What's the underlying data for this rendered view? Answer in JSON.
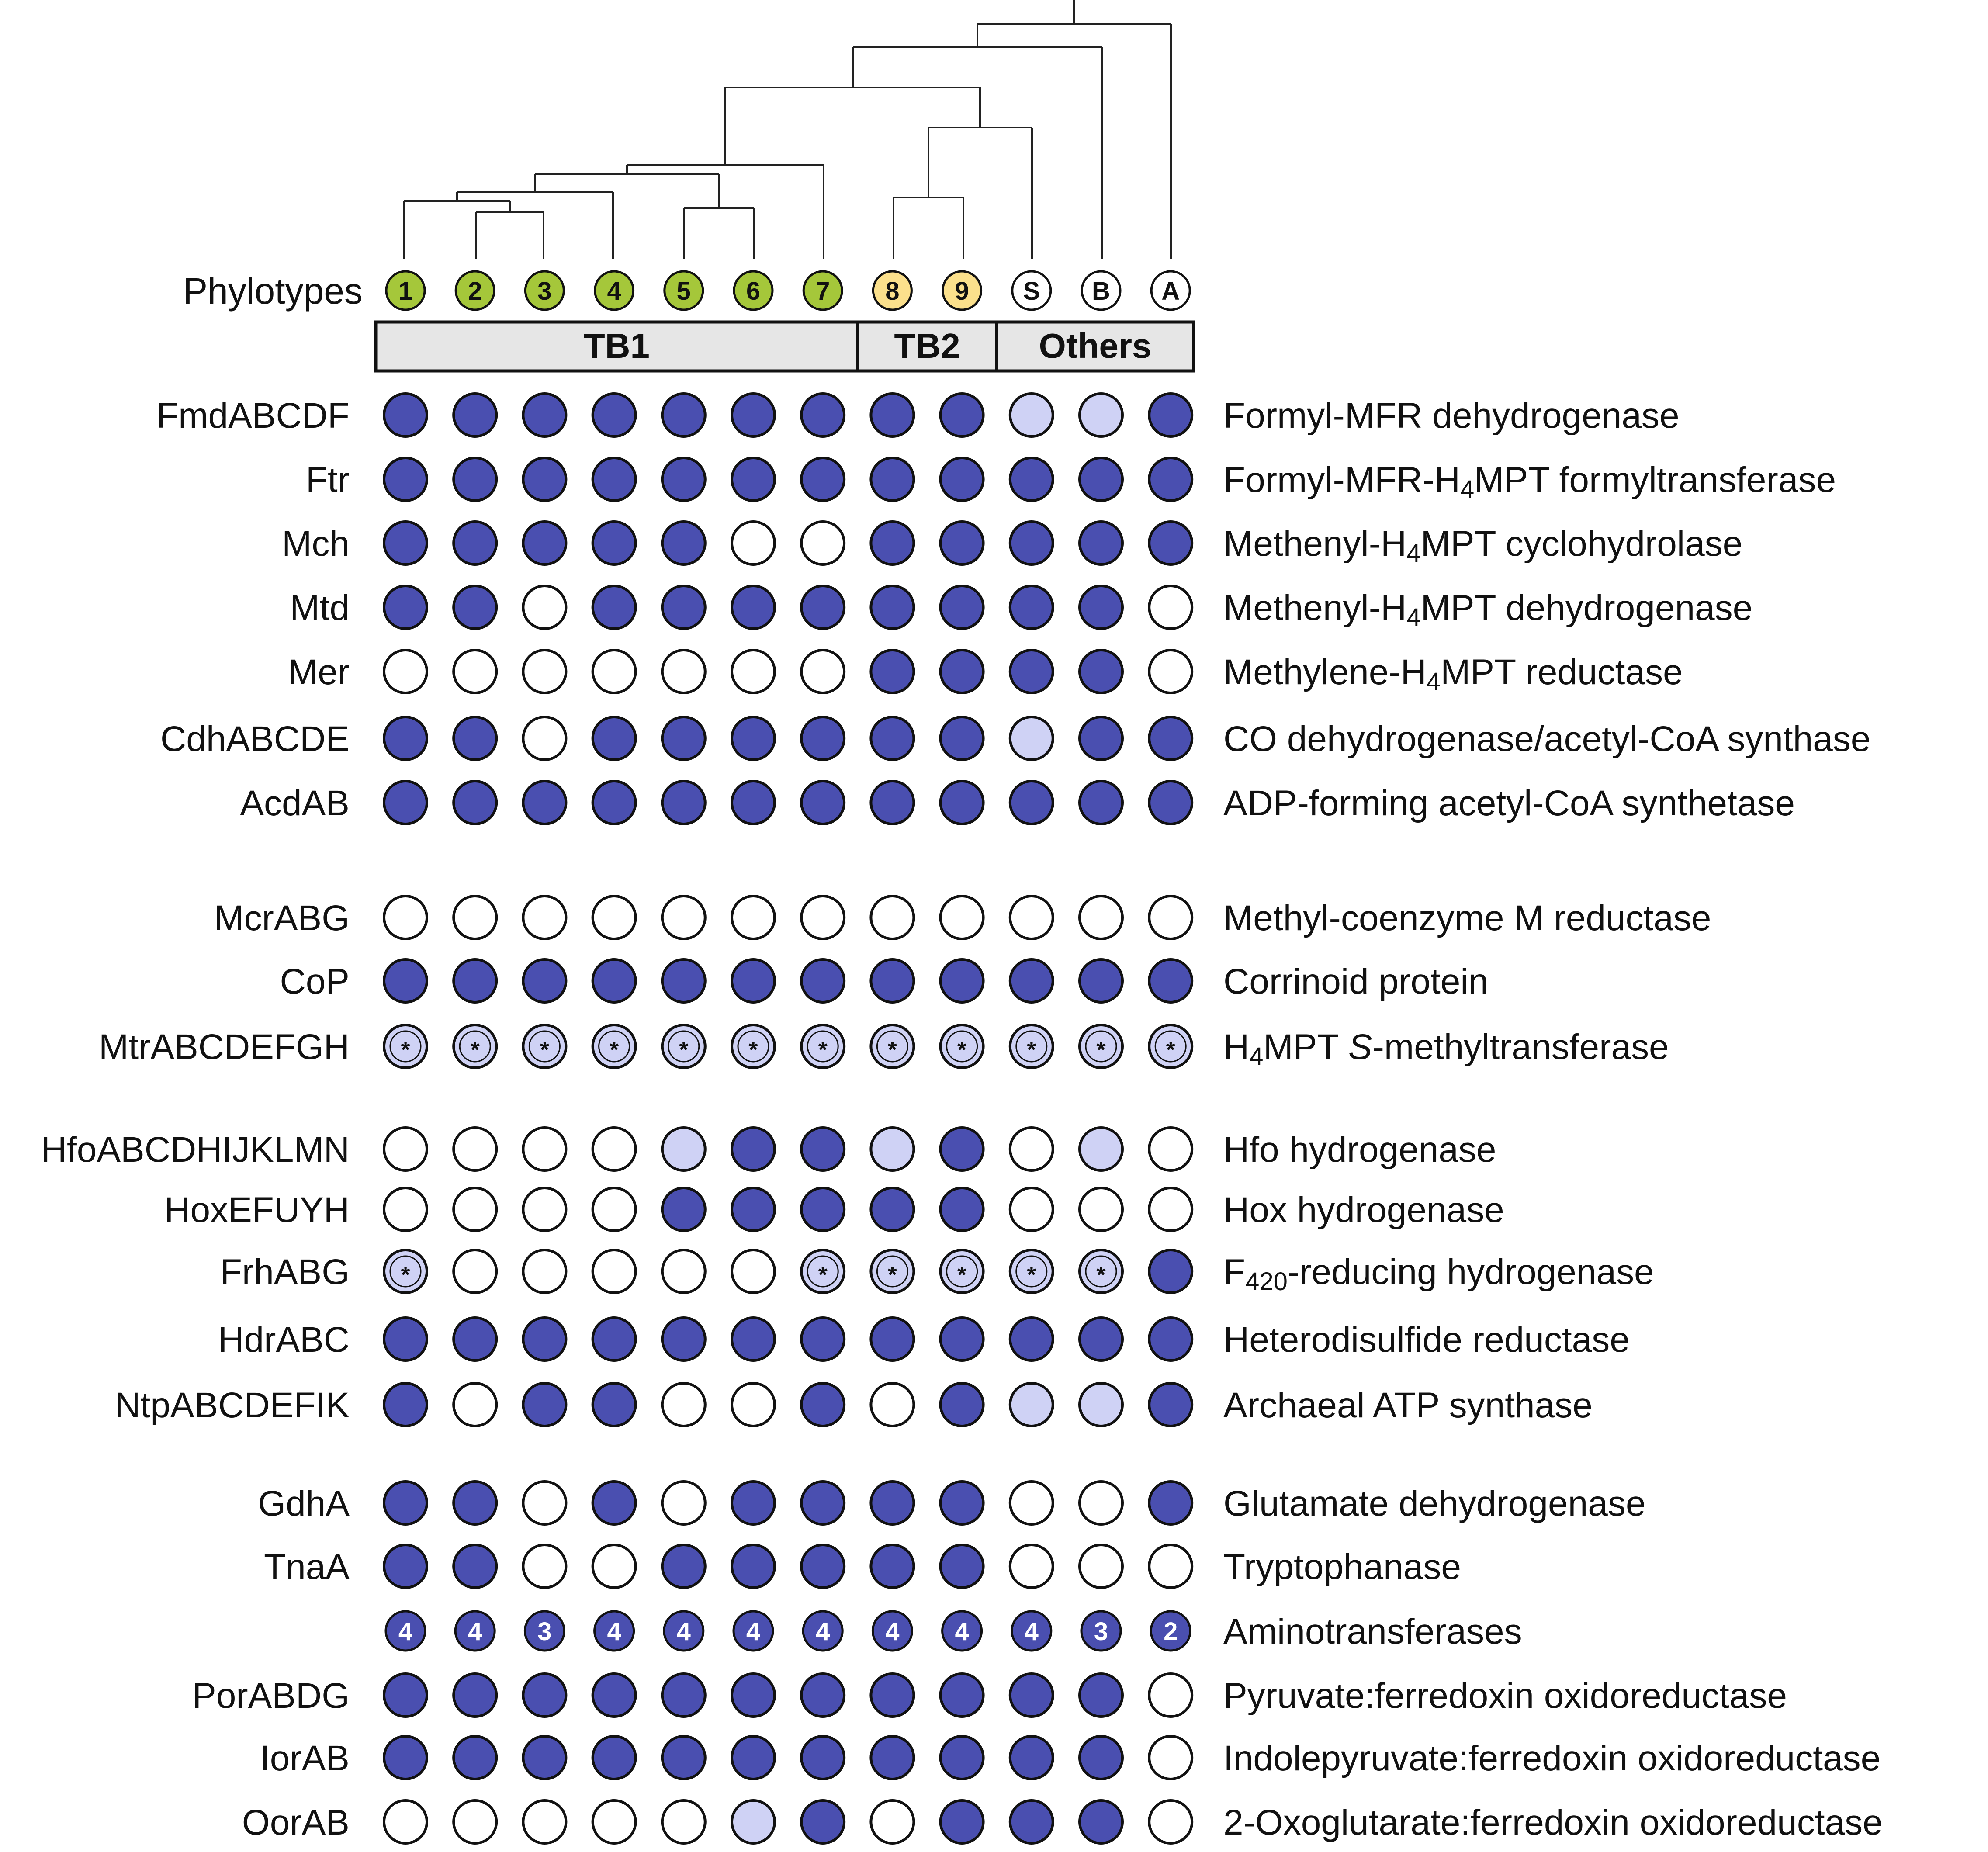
{
  "header_label": "Phylotypes",
  "phylotypes": [
    {
      "label": "1",
      "color": "#a5c73a"
    },
    {
      "label": "2",
      "color": "#a5c73a"
    },
    {
      "label": "3",
      "color": "#a5c73a"
    },
    {
      "label": "4",
      "color": "#a5c73a"
    },
    {
      "label": "5",
      "color": "#a5c73a"
    },
    {
      "label": "6",
      "color": "#a5c73a"
    },
    {
      "label": "7",
      "color": "#a5c73a"
    },
    {
      "label": "8",
      "color": "#fbe08c"
    },
    {
      "label": "9",
      "color": "#fbe08c"
    },
    {
      "label": "S",
      "color": "#ffffff"
    },
    {
      "label": "B",
      "color": "#ffffff"
    },
    {
      "label": "A",
      "color": "#ffffff"
    }
  ],
  "groups": [
    {
      "label": "TB1",
      "span": 7
    },
    {
      "label": "TB2",
      "span": 2
    },
    {
      "label": "Others",
      "span": 3
    }
  ],
  "colors": {
    "filled": "#4a4fb0",
    "partial": "#cfd2f5",
    "empty": "#ffffff",
    "outline": "#111111",
    "group_bg": "#e6e6e6"
  },
  "legend_codes": "F = filled, P = partial (light), E = empty, * = light with asterisk, digit = filled with number",
  "sections": [
    [
      {
        "name": "FmdABCDF",
        "desc": [
          "Formyl-MFR dehydrogenase"
        ],
        "cells": [
          "F",
          "F",
          "F",
          "F",
          "F",
          "F",
          "F",
          "F",
          "F",
          "P",
          "P",
          "F"
        ]
      },
      {
        "name": "Ftr",
        "desc": [
          "Formyl-MFR-H",
          "4",
          "MPT formyltransferase"
        ],
        "cells": [
          "F",
          "F",
          "F",
          "F",
          "F",
          "F",
          "F",
          "F",
          "F",
          "F",
          "F",
          "F"
        ]
      },
      {
        "name": "Mch",
        "desc": [
          "Methenyl-H",
          "4",
          "MPT cyclohydrolase"
        ],
        "cells": [
          "F",
          "F",
          "F",
          "F",
          "F",
          "E",
          "E",
          "F",
          "F",
          "F",
          "F",
          "F"
        ]
      },
      {
        "name": "Mtd",
        "desc": [
          "Methenyl-H",
          "4",
          "MPT dehydrogenase"
        ],
        "cells": [
          "F",
          "F",
          "E",
          "F",
          "F",
          "F",
          "F",
          "F",
          "F",
          "F",
          "F",
          "E"
        ]
      },
      {
        "name": "Mer",
        "desc": [
          "Methylene-H",
          "4",
          "MPT reductase"
        ],
        "cells": [
          "E",
          "E",
          "E",
          "E",
          "E",
          "E",
          "E",
          "F",
          "F",
          "F",
          "F",
          "E"
        ]
      },
      {
        "name": "CdhABCDE",
        "desc": [
          "CO dehydrogenase/acetyl-CoA synthase"
        ],
        "cells": [
          "F",
          "F",
          "E",
          "F",
          "F",
          "F",
          "F",
          "F",
          "F",
          "P",
          "F",
          "F"
        ]
      },
      {
        "name": "AcdAB",
        "desc": [
          "ADP-forming acetyl-CoA synthetase"
        ],
        "cells": [
          "F",
          "F",
          "F",
          "F",
          "F",
          "F",
          "F",
          "F",
          "F",
          "F",
          "F",
          "F"
        ]
      }
    ],
    [
      {
        "name": "McrABG",
        "desc": [
          "Methyl-coenzyme M reductase"
        ],
        "cells": [
          "E",
          "E",
          "E",
          "E",
          "E",
          "E",
          "E",
          "E",
          "E",
          "E",
          "E",
          "E"
        ]
      },
      {
        "name": "CoP",
        "desc": [
          "Corrinoid protein"
        ],
        "cells": [
          "F",
          "F",
          "F",
          "F",
          "F",
          "F",
          "F",
          "F",
          "F",
          "F",
          "F",
          "F"
        ]
      },
      {
        "name": "MtrABCDEFGH",
        "desc": [
          "H",
          "4",
          "MPT ",
          "S",
          "-methyltransferase"
        ],
        "cells": [
          "*",
          "*",
          "*",
          "*",
          "*",
          "*",
          "*",
          "*",
          "*",
          "*",
          "*",
          "*"
        ]
      }
    ],
    [
      {
        "name": "HfoABCDHIJKLMN",
        "desc": [
          "Hfo hydrogenase"
        ],
        "cells": [
          "E",
          "E",
          "E",
          "E",
          "P",
          "F",
          "F",
          "P",
          "F",
          "E",
          "P",
          "E"
        ]
      },
      {
        "name": "HoxEFUYH",
        "desc": [
          "Hox hydrogenase"
        ],
        "cells": [
          "E",
          "E",
          "E",
          "E",
          "F",
          "F",
          "F",
          "F",
          "F",
          "E",
          "E",
          "E"
        ]
      },
      {
        "name": "FrhABG",
        "desc": [
          "F",
          "420",
          "-reducing hydrogenase"
        ],
        "cells": [
          "*",
          "E",
          "E",
          "E",
          "E",
          "E",
          "*",
          "*",
          "*",
          "*",
          "*",
          "F"
        ]
      },
      {
        "name": "HdrABC",
        "desc": [
          "Heterodisulfide reductase"
        ],
        "cells": [
          "F",
          "F",
          "F",
          "F",
          "F",
          "F",
          "F",
          "F",
          "F",
          "F",
          "F",
          "F"
        ]
      },
      {
        "name": "NtpABCDEFIK",
        "desc": [
          "Archaeal ATP synthase"
        ],
        "cells": [
          "F",
          "E",
          "F",
          "F",
          "E",
          "E",
          "F",
          "E",
          "F",
          "P",
          "P",
          "F"
        ]
      }
    ],
    [
      {
        "name": "GdhA",
        "desc": [
          "Glutamate dehydrogenase"
        ],
        "cells": [
          "F",
          "F",
          "E",
          "F",
          "E",
          "F",
          "F",
          "F",
          "F",
          "E",
          "E",
          "F"
        ]
      },
      {
        "name": "TnaA",
        "desc": [
          "Tryptophanase"
        ],
        "cells": [
          "F",
          "F",
          "E",
          "E",
          "F",
          "F",
          "F",
          "F",
          "F",
          "E",
          "E",
          "E"
        ]
      },
      {
        "name": "",
        "desc": [
          "Aminotransferases"
        ],
        "cells": [
          "4",
          "4",
          "3",
          "4",
          "4",
          "4",
          "4",
          "4",
          "4",
          "4",
          "3",
          "2"
        ]
      },
      {
        "name": "PorABDG",
        "desc": [
          "Pyruvate:ferredoxin oxidoreductase"
        ],
        "cells": [
          "F",
          "F",
          "F",
          "F",
          "F",
          "F",
          "F",
          "F",
          "F",
          "F",
          "F",
          "E"
        ]
      },
      {
        "name": "IorAB",
        "desc": [
          "Indolepyruvate:ferredoxin oxidoreductase"
        ],
        "cells": [
          "F",
          "F",
          "F",
          "F",
          "F",
          "F",
          "F",
          "F",
          "F",
          "F",
          "F",
          "E"
        ]
      },
      {
        "name": "OorAB",
        "desc": [
          "2-Oxoglutarate:ferredoxin oxidoreductase"
        ],
        "cells": [
          "E",
          "E",
          "E",
          "E",
          "E",
          "P",
          "F",
          "E",
          "F",
          "F",
          "F",
          "E"
        ]
      }
    ]
  ]
}
